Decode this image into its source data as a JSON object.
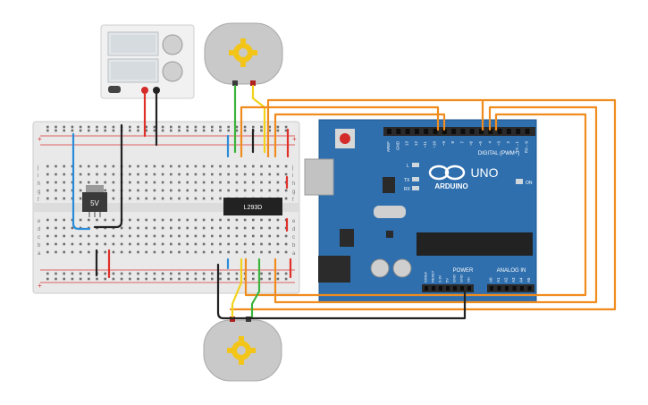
{
  "power_supply": {
    "name": "Bench power supply"
  },
  "motors": {
    "top": {
      "name": "DC motor"
    },
    "bottom": {
      "name": "DC motor"
    }
  },
  "regulator": {
    "label": "5V"
  },
  "driver_chip": {
    "label": "L293D"
  },
  "breadboard": {
    "row_labels_top": [
      "j",
      "i",
      "h",
      "g",
      "f"
    ],
    "row_labels_bottom": [
      "e",
      "d",
      "c",
      "b",
      "a"
    ],
    "rail_plus": "+",
    "rail_minus": "-"
  },
  "arduino": {
    "brand": "ARDUINO",
    "model": "UNO",
    "digital_label": "DIGITAL (PWM~)",
    "power_label": "POWER",
    "analog_label": "ANALOG IN",
    "on_label": "ON",
    "l_label": "L",
    "tx_label": "TX",
    "rx_label": "RX",
    "digital_pins": [
      "AREF",
      "GND",
      "13",
      "12",
      "~11",
      "~10",
      "~9",
      "8",
      "7",
      "~6",
      "~5",
      "4",
      "~3",
      "2",
      "TX→1",
      "RX←0"
    ],
    "power_pins": [
      "IOREF",
      "RESET",
      "3.3V",
      "5V",
      "GND",
      "GND",
      "Vin"
    ],
    "analog_pins": [
      "A0",
      "A1",
      "A2",
      "A3",
      "A4",
      "A5"
    ]
  },
  "colors": {
    "wire_orange": "#f08c1e",
    "wire_red": "#e0302a",
    "wire_black": "#222222",
    "wire_green": "#3cb43c",
    "wire_yellow": "#f2d21a",
    "wire_blue": "#2a8cd8",
    "arduino_blue": "#2f6fae"
  }
}
